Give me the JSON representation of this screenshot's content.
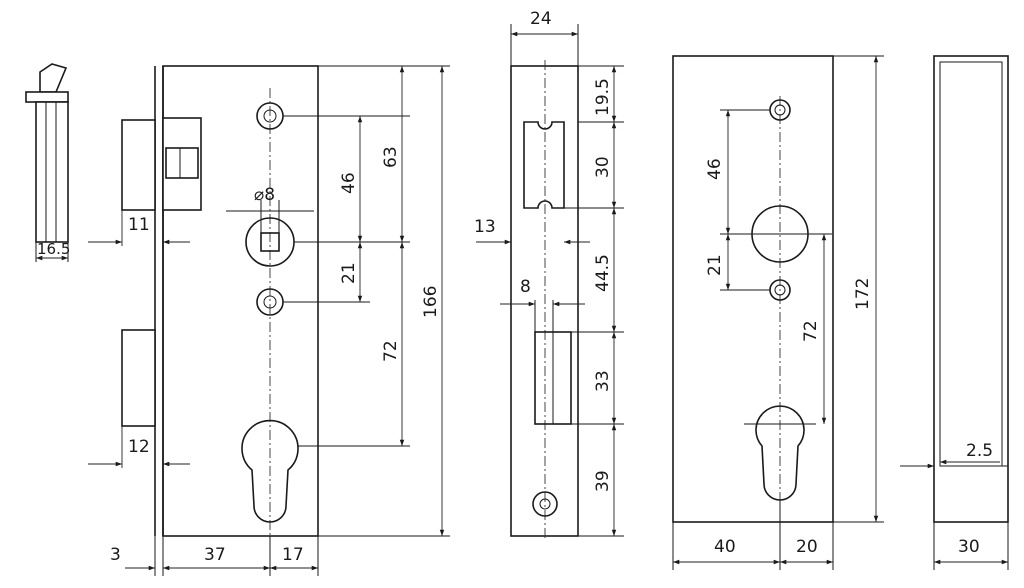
{
  "drawing": {
    "latch_view": {
      "width_label": "16.5"
    },
    "lock_body": {
      "label_11": "11",
      "label_12": "12",
      "label_3": "3",
      "label_37": "37",
      "label_17": "17",
      "label_dia8": "⌀8",
      "label_46": "46",
      "label_63": "63",
      "label_21": "21",
      "label_72": "72",
      "label_166": "166"
    },
    "faceplate": {
      "label_24": "24",
      "label_19_5": "19.5",
      "label_30": "30",
      "label_13": "13",
      "label_44_5": "44.5",
      "label_8": "8",
      "label_33": "33",
      "label_39": "39"
    },
    "cover_plate": {
      "label_46": "46",
      "label_21": "21",
      "label_72": "72",
      "label_172": "172",
      "label_40": "40",
      "label_20": "20"
    },
    "side_profile": {
      "label_2_5": "2.5",
      "label_30": "30"
    }
  }
}
